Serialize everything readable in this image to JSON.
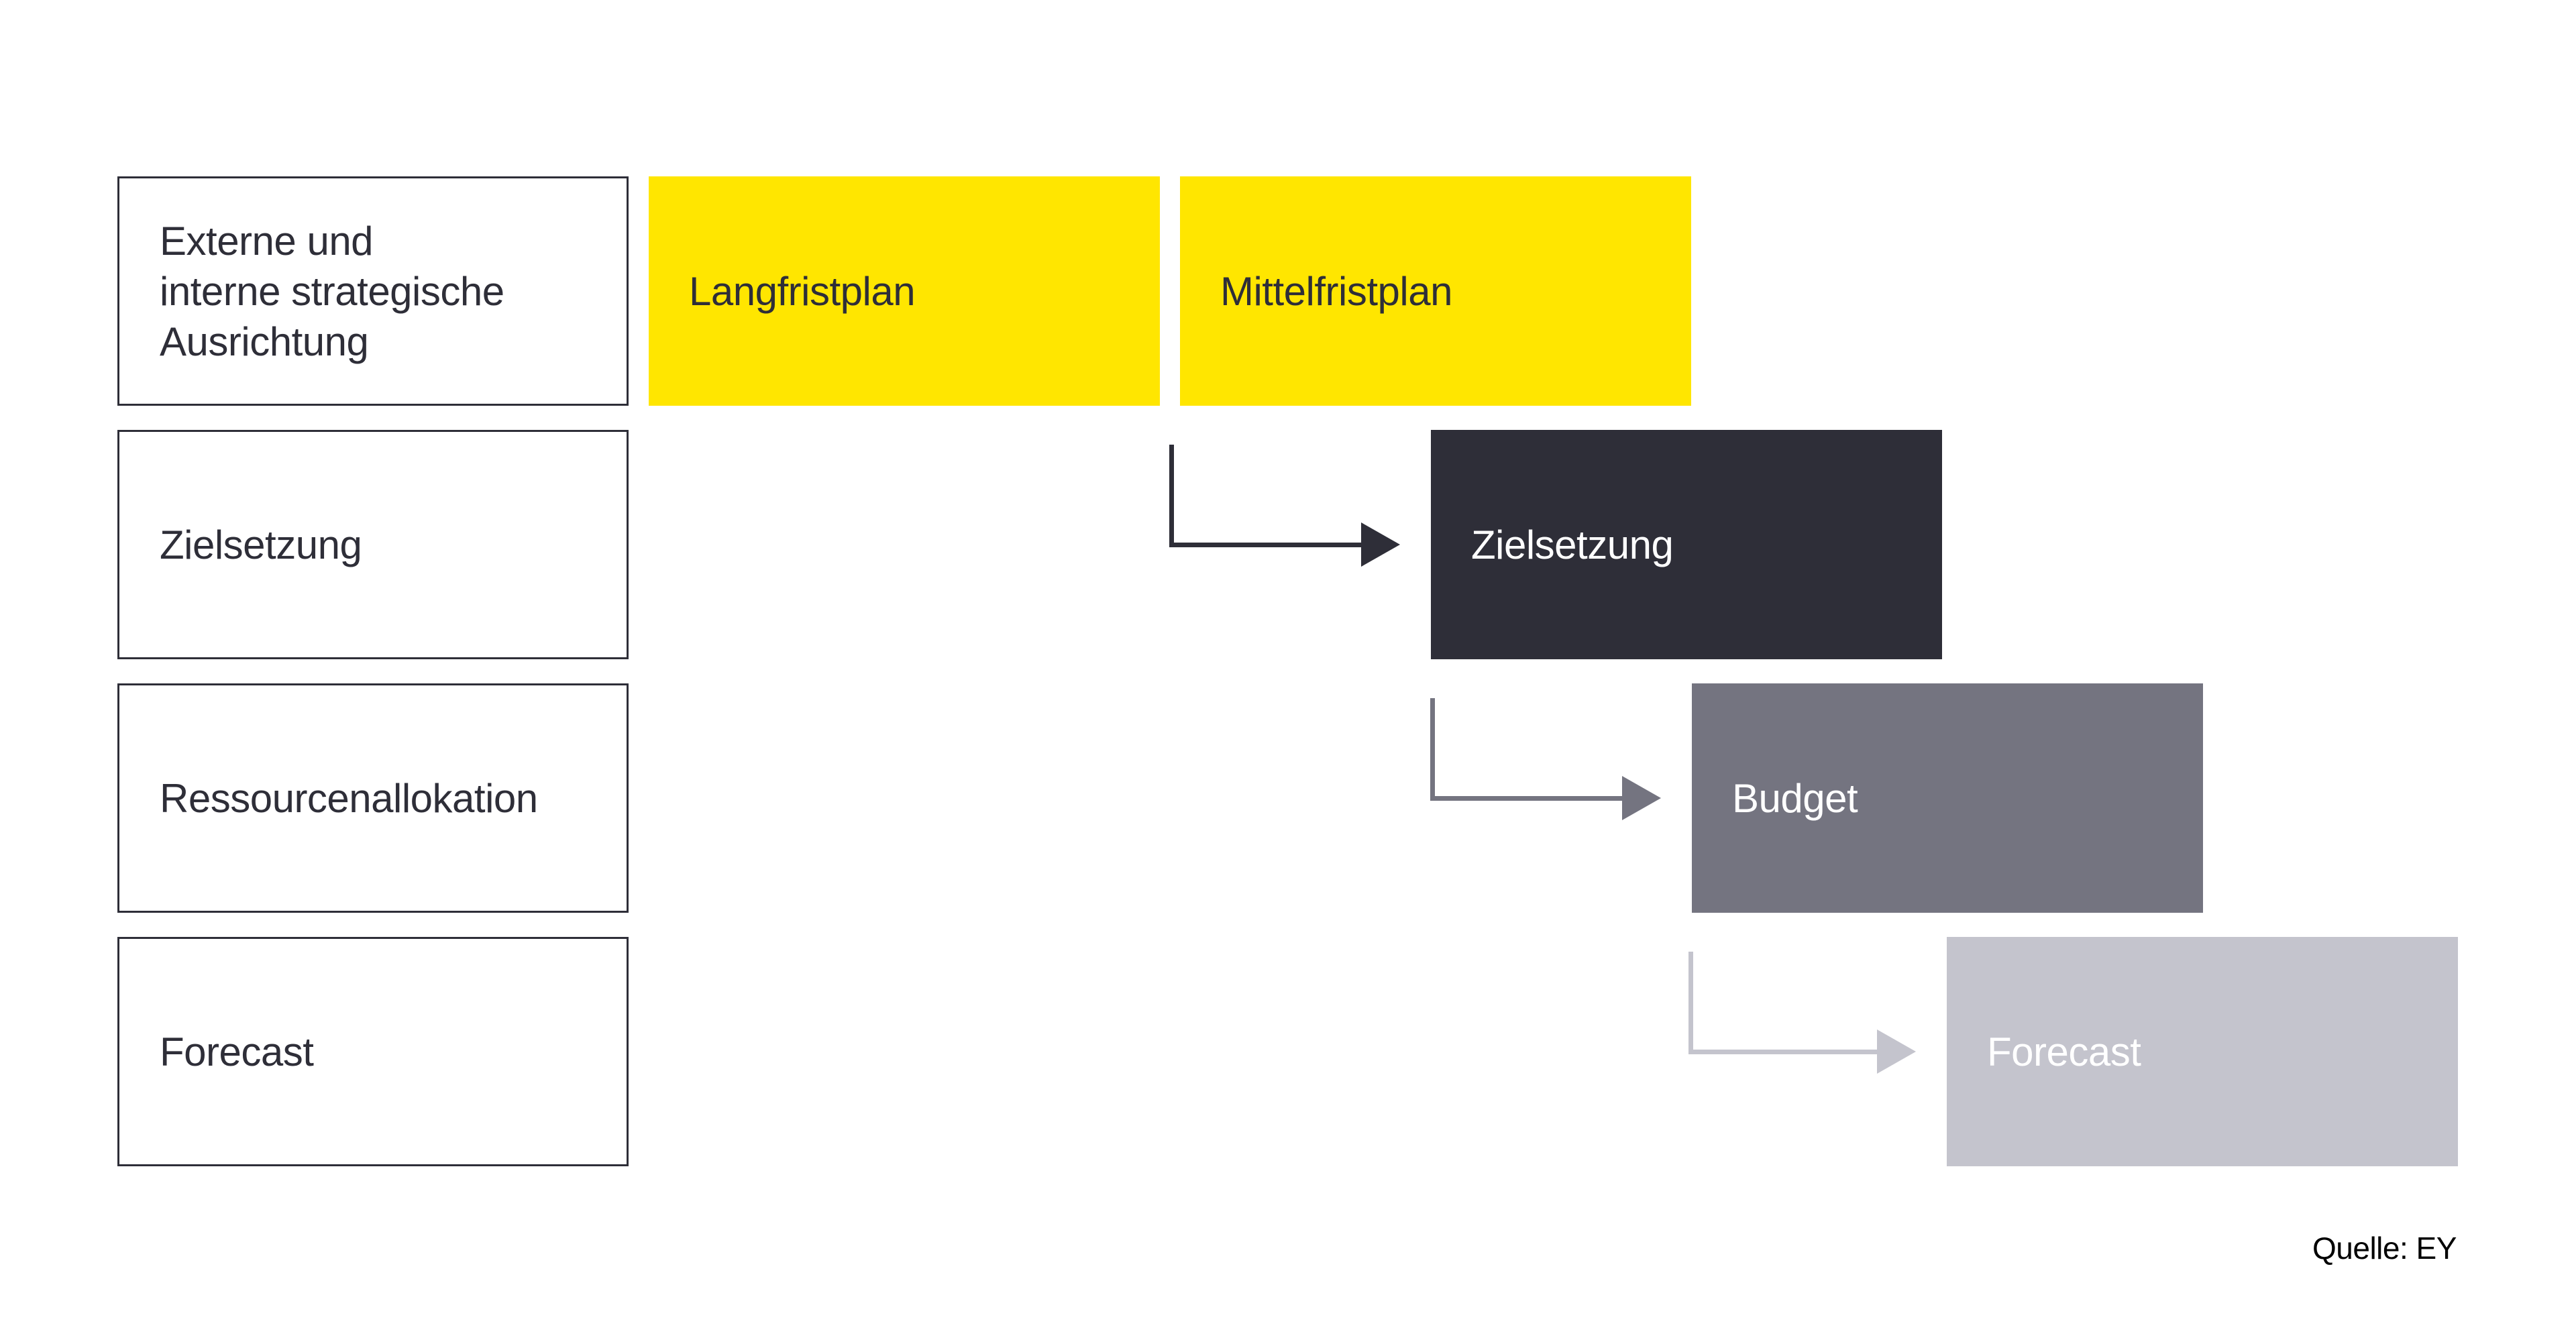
{
  "diagram": {
    "description_rows": [
      {
        "label": "Externe und\ninterne strategische\nAusrichtung"
      },
      {
        "label": "Zielsetzung"
      },
      {
        "label": "Ressourcenallokation"
      },
      {
        "label": "Forecast"
      }
    ],
    "plan_boxes": {
      "langfristplan": "Langfristplan",
      "mittelfristplan": "Mittelfristplan"
    },
    "cascade_boxes": {
      "zielsetzung": "Zielsetzung",
      "budget": "Budget",
      "forecast": "Forecast"
    },
    "source": {
      "label": "Quelle: EY"
    },
    "colors": {
      "background": "#ffffff",
      "accent_yellow": "#ffe600",
      "dark": "#2e2e38",
      "mid_gray": "#747480",
      "light_gray": "#c4c4cd",
      "outline": "#2e2e38",
      "text_on_light": "#2e2e38",
      "text_on_dark": "#ffffff",
      "source_text": "#000000"
    }
  }
}
